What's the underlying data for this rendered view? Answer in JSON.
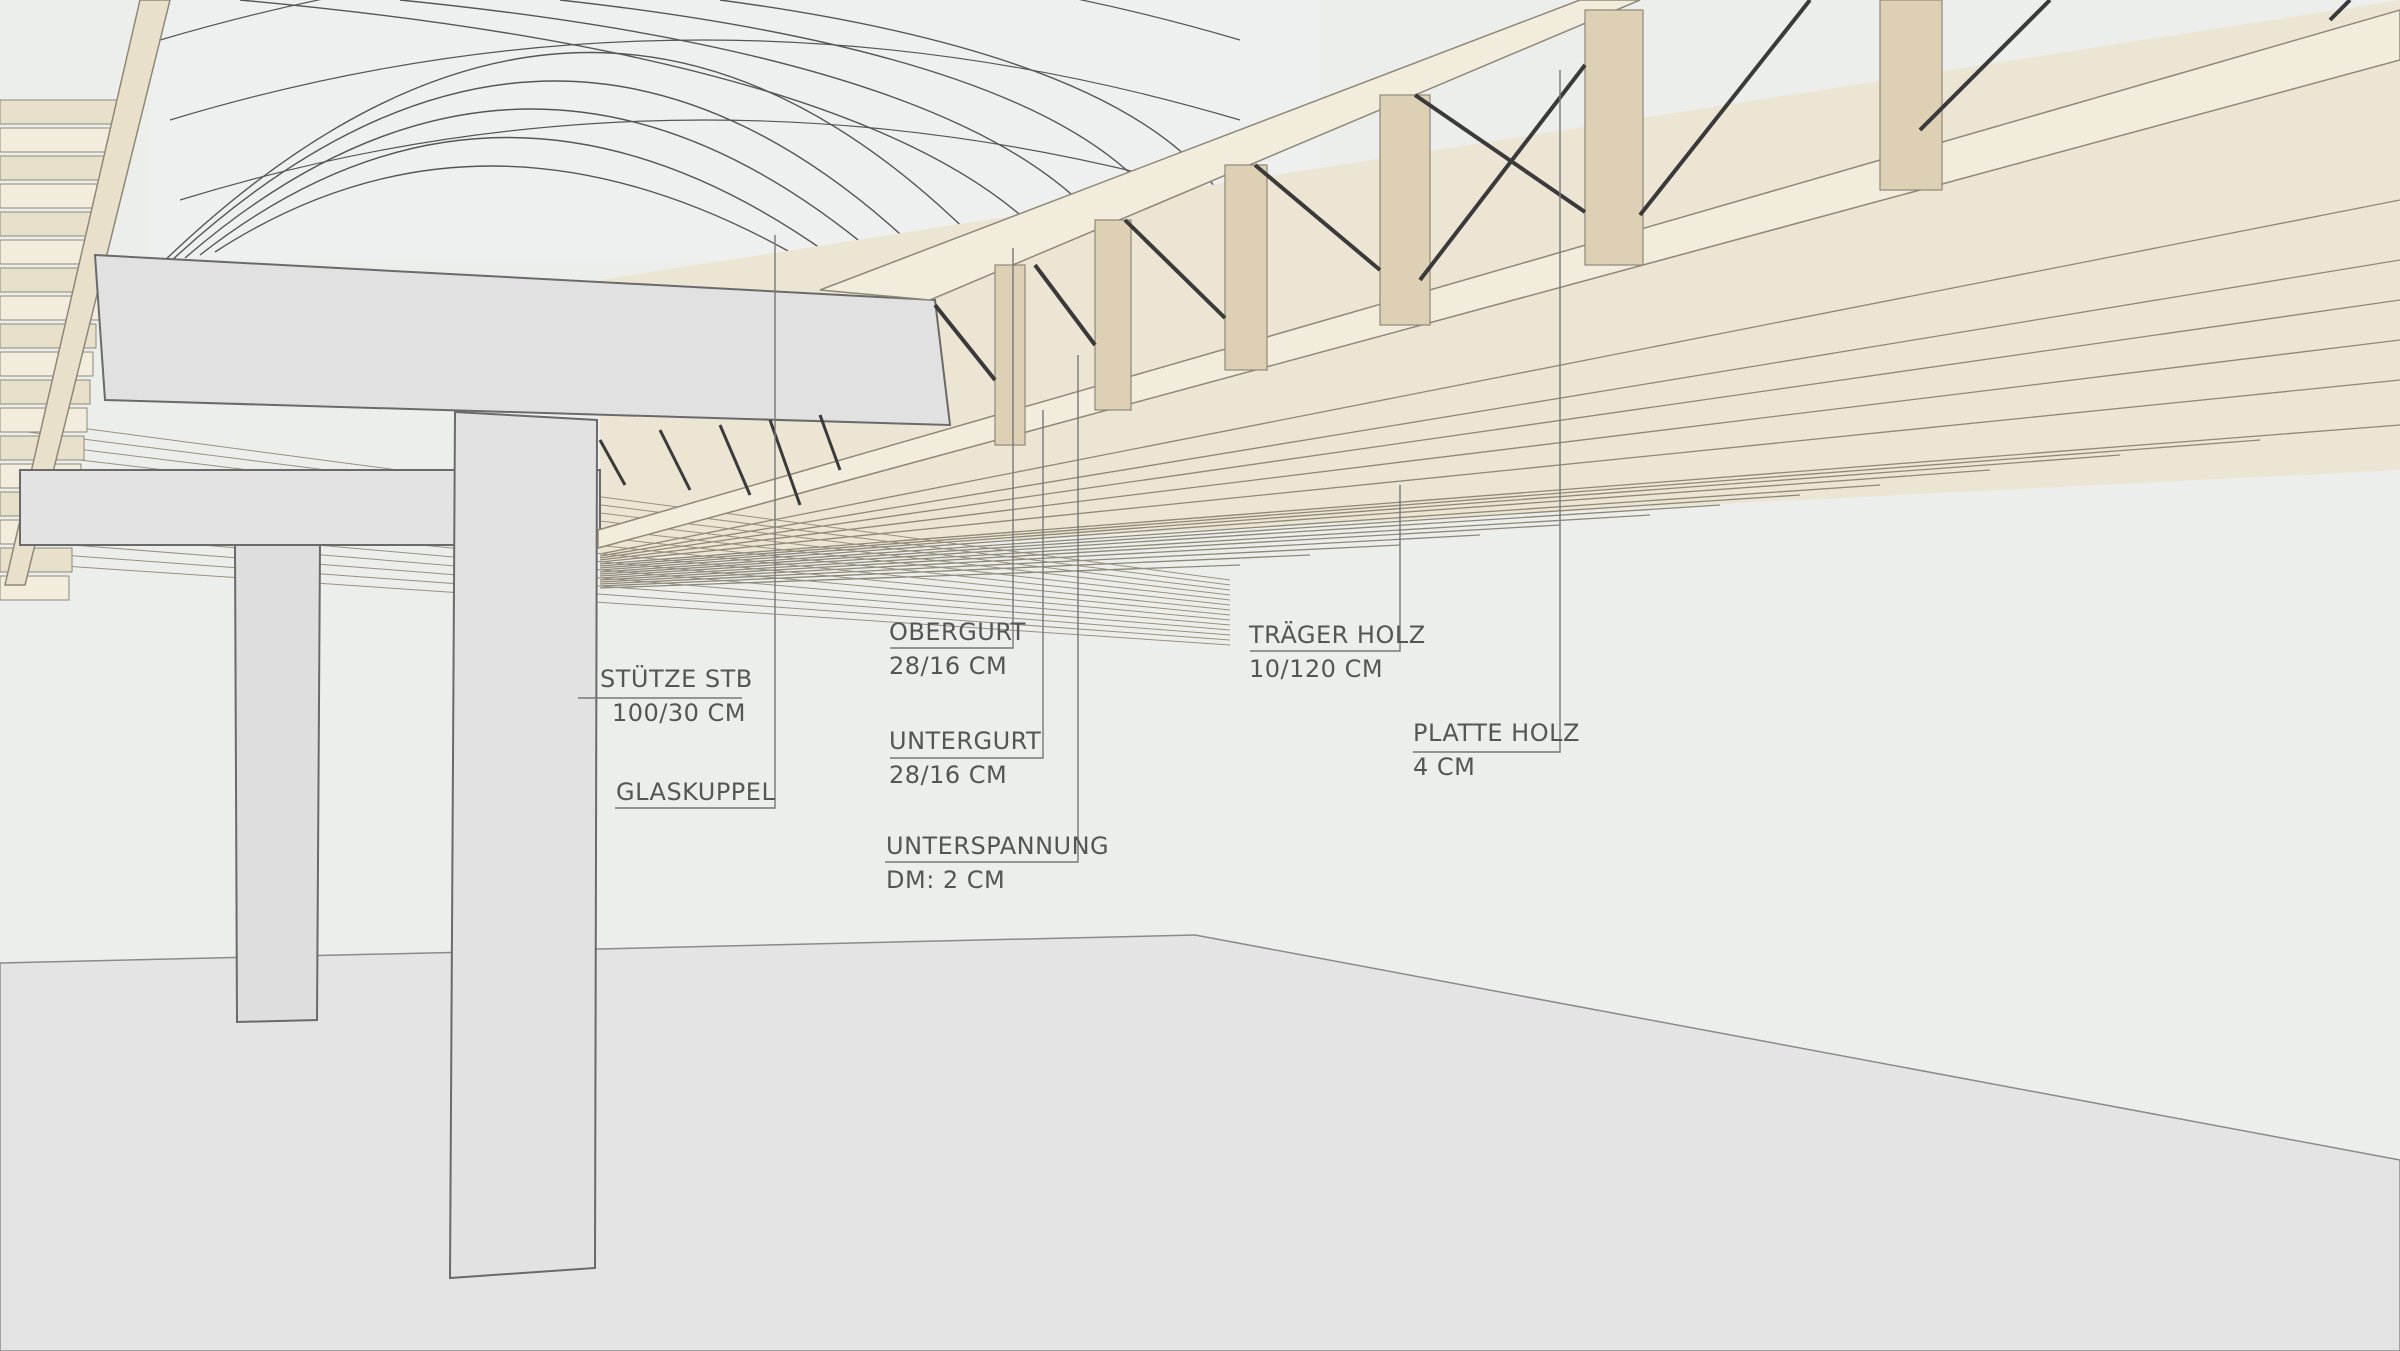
{
  "labels": {
    "stuetze": {
      "line1": "STÜTZE STB",
      "line2": "100/30 CM"
    },
    "glaskuppel": {
      "line1": "GLASKUPPEL"
    },
    "obergurt": {
      "line1": "OBERGURT",
      "line2": "28/16 CM"
    },
    "untergurt": {
      "line1": "UNTERGURT",
      "line2": "28/16 CM"
    },
    "unterspannung": {
      "line1": "UNTERSPANNUNG",
      "line2": "DM: 2 CM"
    },
    "traeger": {
      "line1": "TRÄGER HOLZ",
      "line2": "10/120 CM"
    },
    "platte": {
      "line1": "PLATTE HOLZ",
      "line2": "4 CM"
    }
  },
  "colors": {
    "wall": "#eceeec",
    "floor": "#e4e4e4",
    "concrete": "#e0e0e0",
    "wood_light": "#f2ecdc",
    "wood_mid": "#e9e0cb",
    "wood_dark": "#ddd0b4",
    "steel": "#3a3a3a",
    "line": "#666666"
  }
}
